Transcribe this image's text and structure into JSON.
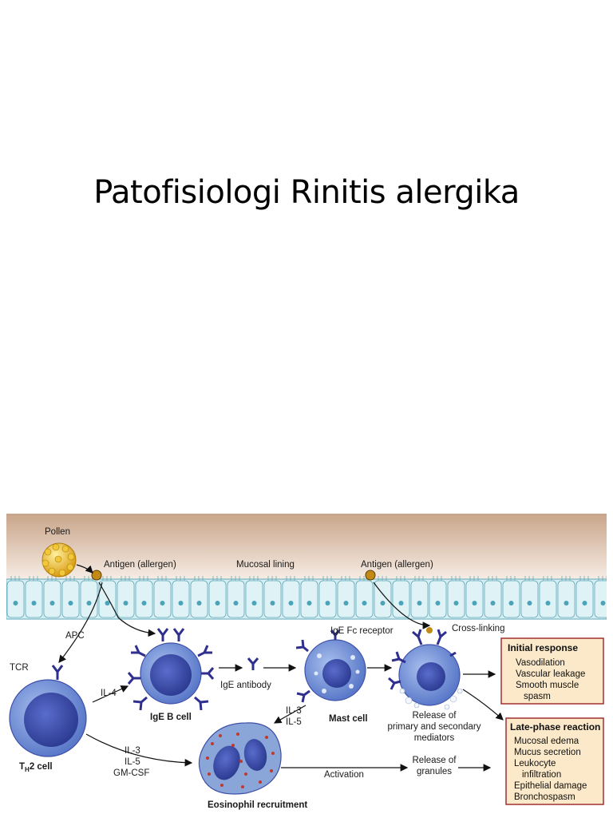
{
  "slide": {
    "title": "Patofisiologi Rinitis alergika"
  },
  "figure": {
    "labels": {
      "pollen": "Pollen",
      "antigen_left": "Antigen (allergen)",
      "mucosal_lining": "Mucosal lining",
      "antigen_right": "Antigen (allergen)",
      "apc": "APC",
      "tcr": "TCR",
      "th2_cell_main": "T",
      "th2_cell_sub": "H",
      "th2_cell_rest": "2 cell",
      "il4": "IL-4",
      "ige_b_cell": "IgE B cell",
      "ige_antibody": "IgE antibody",
      "ige_fc_receptor": "IgE Fc receptor",
      "cross_linking": "Cross-linking",
      "mast_cell": "Mast cell",
      "il3_il5_mast_1": "IL-3",
      "il3_il5_mast_2": "IL-5",
      "release_mediators_1": "Release of",
      "release_mediators_2": "primary and secondary",
      "release_mediators_3": "mediators",
      "il3": "IL-3",
      "il5": "IL-5",
      "gmcsf": "GM-CSF",
      "eosinophil_recruitment": "Eosinophil recruitment",
      "activation": "Activation",
      "release_granules_1": "Release of",
      "release_granules_2": "granules"
    },
    "initial_response": {
      "title": "Initial response",
      "items": [
        "Vasodilation",
        "Vascular leakage",
        "Smooth muscle",
        "spasm"
      ]
    },
    "late_phase": {
      "title": "Late-phase reaction",
      "items": [
        "Mucosal edema",
        "Mucus secretion",
        "Leukocyte",
        "infiltration",
        "Epithelial damage",
        "Bronchospasm"
      ]
    },
    "colors": {
      "mucosa_top": "#c9a58a",
      "mucosa_bottom": "#f6ece4",
      "epithelium": "#d6eef3",
      "epithelium_border": "#5fa8b8",
      "cell_blue": "#6f8ed6",
      "cell_dark": "#3e4fa8",
      "receptor": "#2f2f8f",
      "box_fill": "#fbe9c9",
      "box_border": "#a03030",
      "eosinophil": "#8aa6d8",
      "granule": "#c0392b",
      "pollen": "#e8b620"
    }
  }
}
